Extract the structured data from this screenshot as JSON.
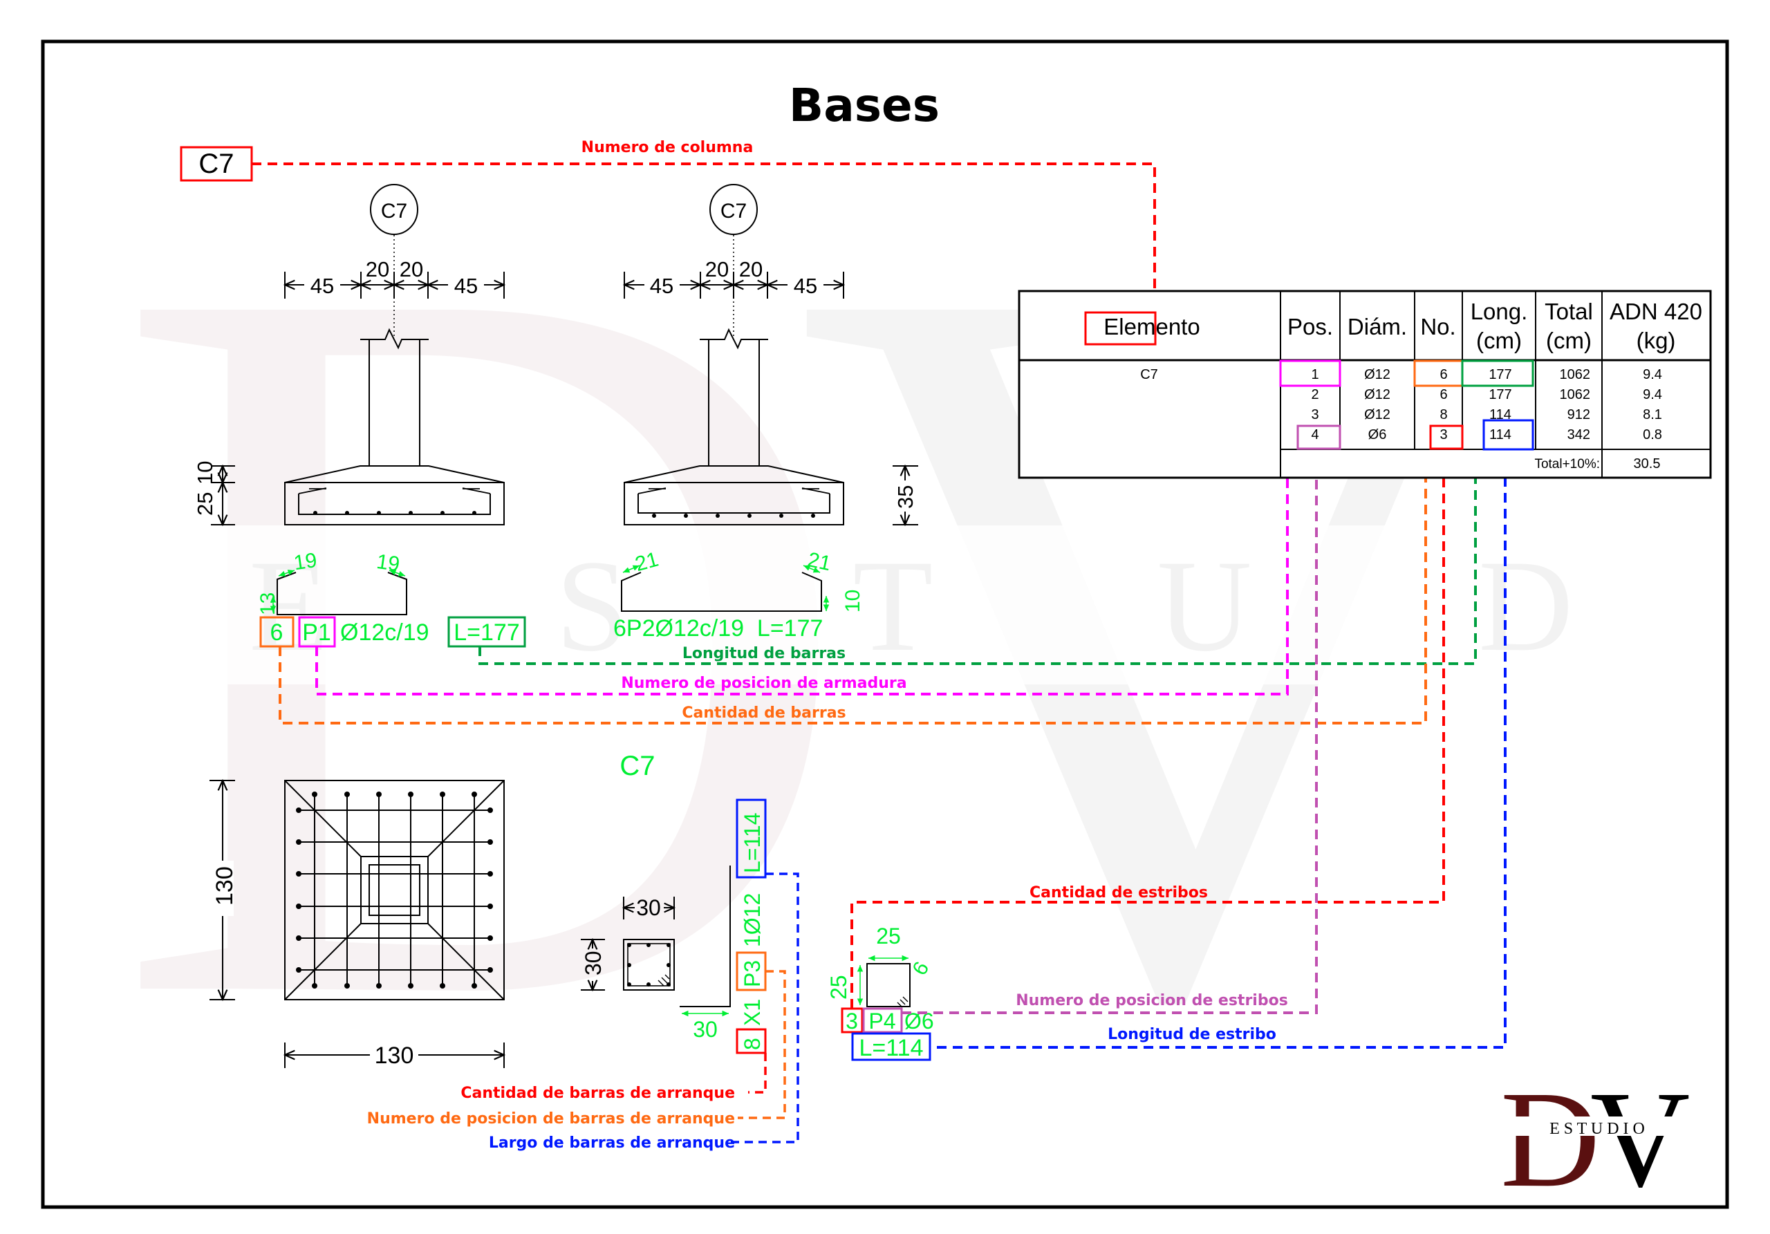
{
  "sheet": {
    "title": "Bases",
    "column_tag": "C7",
    "column_tag_caption": "Numero de columna"
  },
  "colors": {
    "column_number": "#ff0000",
    "bar_length": "#00a040",
    "bar_position": "#ff00ff",
    "bar_count": "#ff6a13",
    "stirrup_count": "#ff0000",
    "stirrup_position": "#c050b0",
    "stirrup_length": "#0018ff",
    "starter_count": "#ff0000",
    "starter_position": "#ff6a13",
    "starter_length": "#0018ff",
    "rebar_text": "#00ee33",
    "logo_dark_red": "#5a1010"
  },
  "section_left": {
    "column_label": "C7",
    "dims_top": [
      "45",
      "20",
      "20",
      "45"
    ],
    "dims_side": [
      "25",
      "10"
    ]
  },
  "section_right": {
    "column_label": "C7",
    "dims_top": [
      "45",
      "20",
      "20",
      "45"
    ],
    "dims_side": [
      "35"
    ]
  },
  "bar_p1": {
    "hook_left": "19",
    "hook_right": "19",
    "height": "13",
    "count": "6",
    "position": "P1",
    "spec": "Ø12c/19",
    "length": "L=177"
  },
  "bar_p2": {
    "hook_left": "21",
    "hook_right": "21",
    "height": "10",
    "spec": "6P2Ø12c/19  L=177"
  },
  "plan": {
    "label": "C7",
    "width": "130",
    "height": "130"
  },
  "column_section": {
    "width": "30",
    "height": "30"
  },
  "starter_bar": {
    "leg": "30",
    "count": "8",
    "times": "X1",
    "position": "P3",
    "diameter": "1Ø12",
    "length": "L=114"
  },
  "stirrup": {
    "width": "25",
    "height": "25",
    "hook": "6",
    "count": "3",
    "position": "P4",
    "diameter": "Ø6",
    "length": "L=114"
  },
  "annotations": {
    "longitud_barras": "Longitud de barras",
    "posicion_armadura": "Numero de posicion de armadura",
    "cantidad_barras": "Cantidad de barras",
    "cantidad_estribos": "Cantidad de estribos",
    "posicion_estribos": "Numero de posicion de estribos",
    "longitud_estribo": "Longitud de estribo",
    "cantidad_arranque": "Cantidad de barras de arranque",
    "posicion_arranque": "Numero de posicion de barras de arranque",
    "largo_arranque": "Largo de barras de arranque"
  },
  "table": {
    "headers": {
      "elemento": "Elemento",
      "pos": "Pos.",
      "diam": "Diám.",
      "no": "No.",
      "long_1": "Long.",
      "long_2": "(cm)",
      "total_1": "Total",
      "total_2": "(cm)",
      "adn_1": "ADN 420",
      "adn_2": "(kg)"
    },
    "element": "C7",
    "rows": [
      {
        "pos": "1",
        "diam": "Ø12",
        "no": "6",
        "long": "177",
        "total": "1062",
        "kg": "9.4"
      },
      {
        "pos": "2",
        "diam": "Ø12",
        "no": "6",
        "long": "177",
        "total": "1062",
        "kg": "9.4"
      },
      {
        "pos": "3",
        "diam": "Ø12",
        "no": "8",
        "long": "114",
        "total": "912",
        "kg": "8.1"
      },
      {
        "pos": "4",
        "diam": "Ø6",
        "no": "3",
        "long": "114",
        "total": "342",
        "kg": "0.8"
      }
    ],
    "total_label": "Total+10%:",
    "total_value": "30.5"
  },
  "logo": {
    "letters_left": "D",
    "letters_right": "V",
    "subtitle": "E S T U D I O"
  },
  "watermark": {
    "letters": "DV",
    "subtitle": "E S T U D I O"
  }
}
